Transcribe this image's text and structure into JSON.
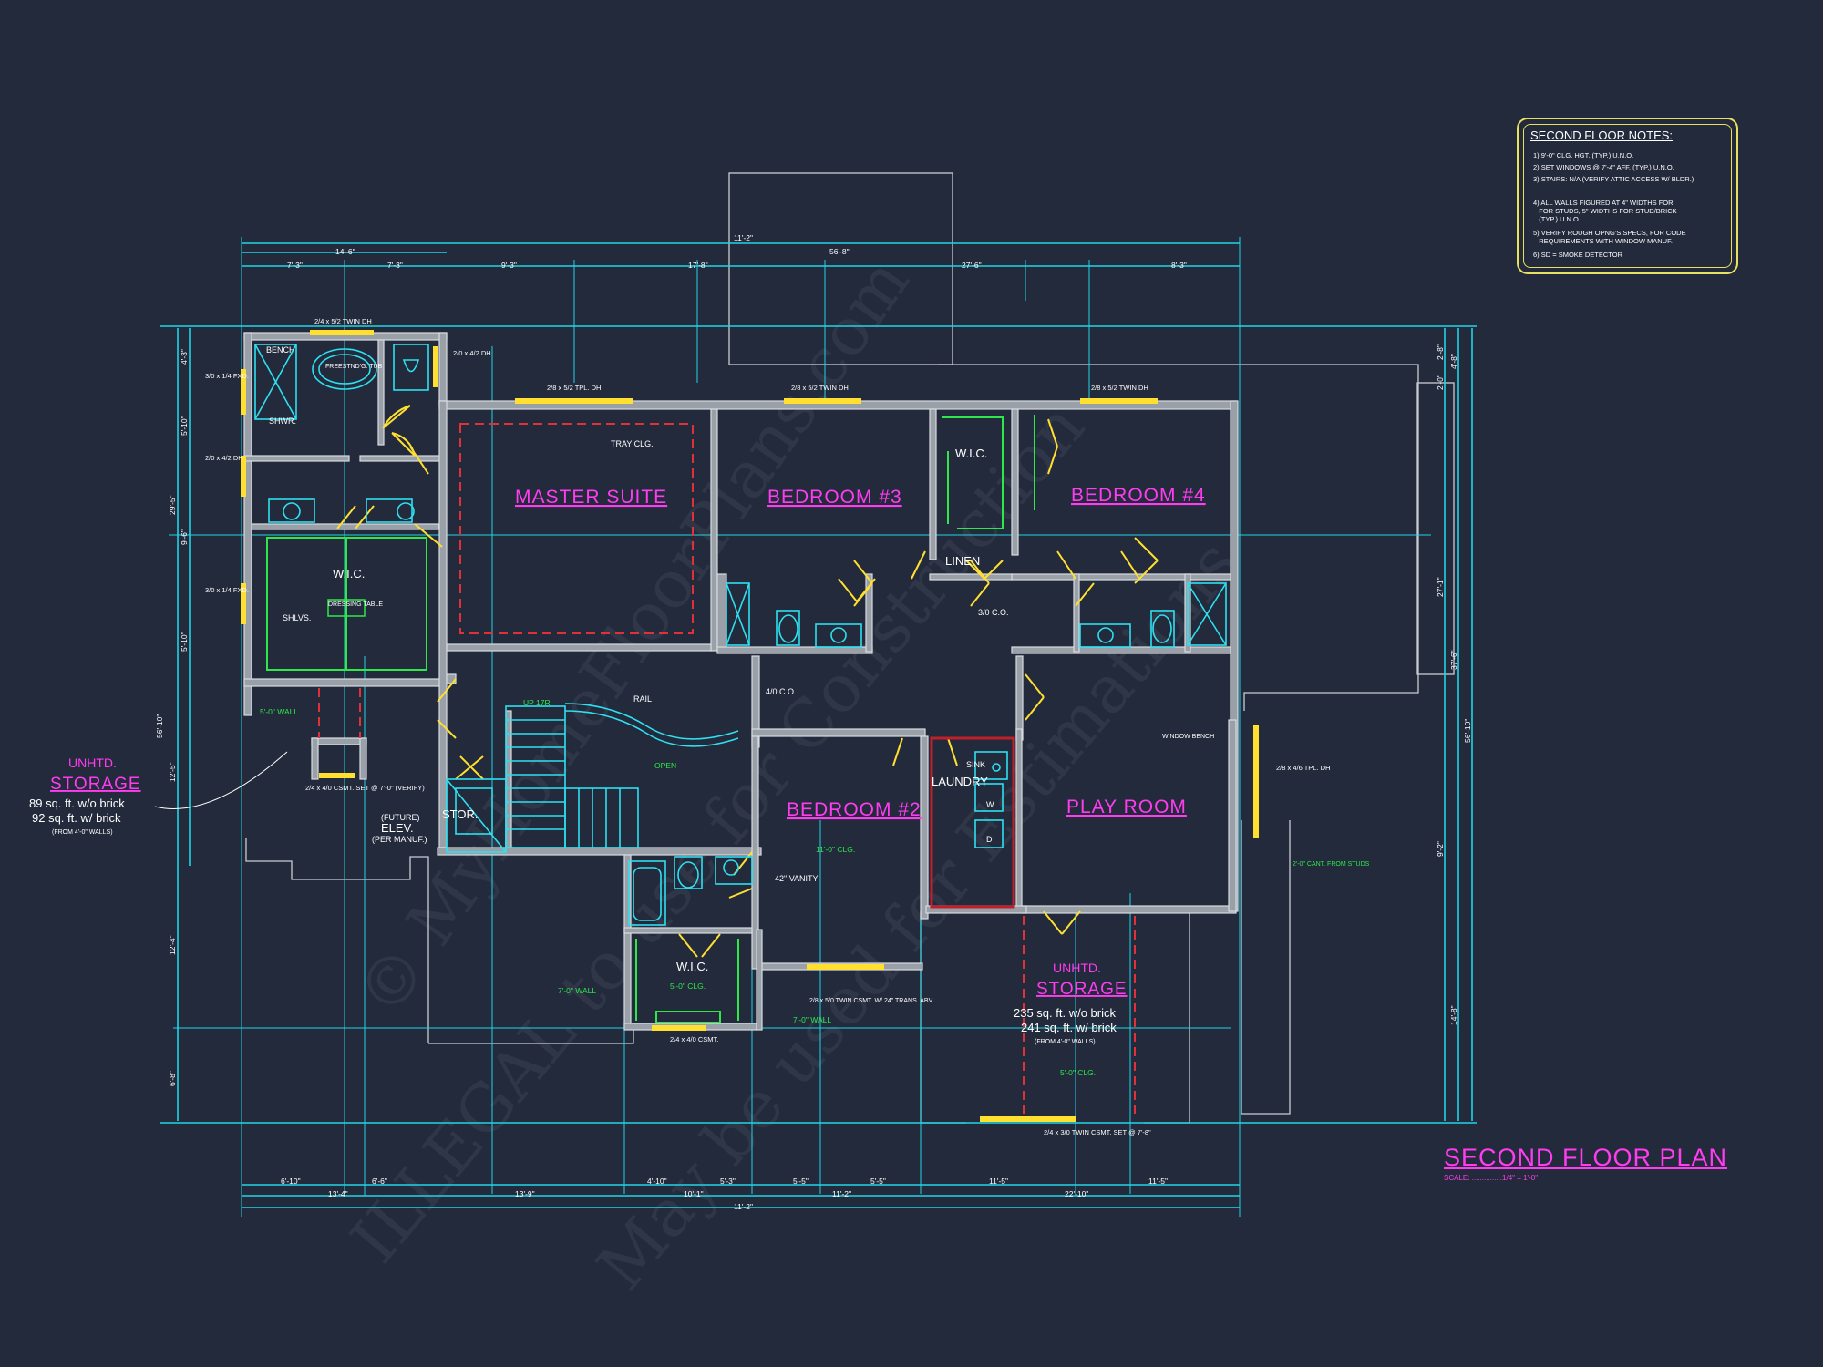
{
  "plan": {
    "title": "SECOND FLOOR PLAN",
    "scale_label": "SCALE: ...............1/4\" = 1'-0\""
  },
  "notes": {
    "title": "SECOND FLOOR NOTES:",
    "items": [
      "1) 9'-0\" CLG. HGT. (TYP.) U.N.O.",
      "2) SET WINDOWS @ 7'-4\" AFF. (TYP.) U.N.O.",
      "3) STAIRS: N/A (VERIFY ATTIC ACCESS W/ BLDR.)",
      "4) ALL WALLS FIGURED AT 4\" WIDTHS FOR\n   FOR STUDS, 5\" WIDTHS FOR STUD/BRICK\n   (TYP.) U.N.O.",
      "5) VERIFY ROUGH OPNG'S,SPECS, FOR CODE\n   REQUIREMENTS WITH WINDOW MANUF.",
      "6) SD = SMOKE DETECTOR"
    ]
  },
  "rooms": {
    "master": "MASTER SUITE",
    "bed3": "BEDROOM #3",
    "bed4": "BEDROOM #4",
    "bed2": "BEDROOM #2",
    "play": "PLAY ROOM",
    "laundry": "LAUNDRY",
    "wic1": "W.I.C.",
    "wic2": "W.I.C.",
    "wic3": "W.I.C.",
    "linen": "LINEN",
    "stor": "STOR.",
    "elev": "ELEV.",
    "elev_future": "(FUTURE)",
    "elev_note": "(PER MANUF.)"
  },
  "storage_left": {
    "label1": "UNHTD.",
    "label2": "STORAGE",
    "area1": "89 sq. ft. w/o brick",
    "area2": "92 sq. ft. w/ brick",
    "note": "(FROM 4'-0\" WALLS)"
  },
  "storage_right": {
    "label1": "UNHTD.",
    "label2": "STORAGE",
    "area1": "235 sq. ft. w/o brick",
    "area2": "241 sq. ft. w/ brick",
    "note": "(FROM 4'-0\" WALLS)"
  },
  "labels": {
    "bench": "BENCH",
    "tub": "FREESTND'G. TUB",
    "shwr": "SHWR.",
    "dressing": "DRESSING TABLE",
    "shlvs": "SHLVS.",
    "tray": "TRAY CLG.",
    "rail": "RAIL",
    "open": "OPEN",
    "up": "UP 17R",
    "co1": "4/0 C.O.",
    "co2": "3/0 C.O.",
    "sink": "SINK",
    "w": "W",
    "d": "D",
    "vanity": "42\" VANITY",
    "window_bench": "WINDOW BENCH",
    "cant": "2'-0\" CANT. FROM STUDS",
    "clg11": "11'-0\" CLG.",
    "clg5a": "5'-0\" CLG.",
    "clg5b": "5'-0\" CLG.",
    "wall_a": "5'-0\" WALL",
    "wall_b": "7'-0\" WALL",
    "wall_c": "7'-0\" WALL",
    "csmt_left": "2/4 x 4/0 CSMT. SET @ 7'-0\" (VERIFY)",
    "csmt_mid": "2/4 x 4/0 CSMT.",
    "csmt_bot": "2/4 x 3/0 TWIN CSMT. SET @ 7'-8\"",
    "twin_trans": "2/8 x 5/0 TWIN CSMT. W/ 24\" TRANS. ABV.",
    "w1": "2/4 x 5/2 TWIN DH",
    "w2": "2/8 x 5/2 TPL. DH",
    "w3": "2/8 x 5/2 TWIN DH",
    "w4": "2/8 x 5/2 TWIN DH",
    "w5": "2/8 x 4/6 TPL. DH",
    "w6": "2/0 x 4/2 DH",
    "w7": "2/0 x 4/2 DH",
    "w8": "3/0 x 1/4 FXD.",
    "w9": "3/0 x 1/4 FXD."
  },
  "dims_top": [
    "14'-6\"",
    "56'-8\"",
    "7'-3\"",
    "7'-3\"",
    "9'-3\"",
    "17'-8\"",
    "27'-6\"",
    "8'-3\"",
    "11'-2\""
  ],
  "dims_bottom": [
    "6'-10\"",
    "6'-6\"",
    "13'-4\"",
    "13'-9\"",
    "4'-10\"",
    "5'-3\"",
    "10'-1\"",
    "5'-5\"",
    "5'-5\"",
    "11'-2\"",
    "11'-5\"",
    "11'-5\"",
    "22'-10\"",
    "11'-2\""
  ],
  "dims_left": [
    "4'-3\"",
    "5'-10\"",
    "9'-6\"",
    "5'-10\"",
    "29'-5\"",
    "12'-5\"",
    "56'-10\"",
    "12'-4\"",
    "6'-8\""
  ],
  "dims_right": [
    "2'-8\"",
    "4'-8\"",
    "2'-0\"",
    "27'-1\"",
    "37'-6\"",
    "56'-10\"",
    "9'-2\"",
    "14'-8\""
  ],
  "watermark": [
    "© MyHomeFloorPlans.com",
    "ILLEGAL to use for Construction",
    "May be used for Estimations"
  ]
}
